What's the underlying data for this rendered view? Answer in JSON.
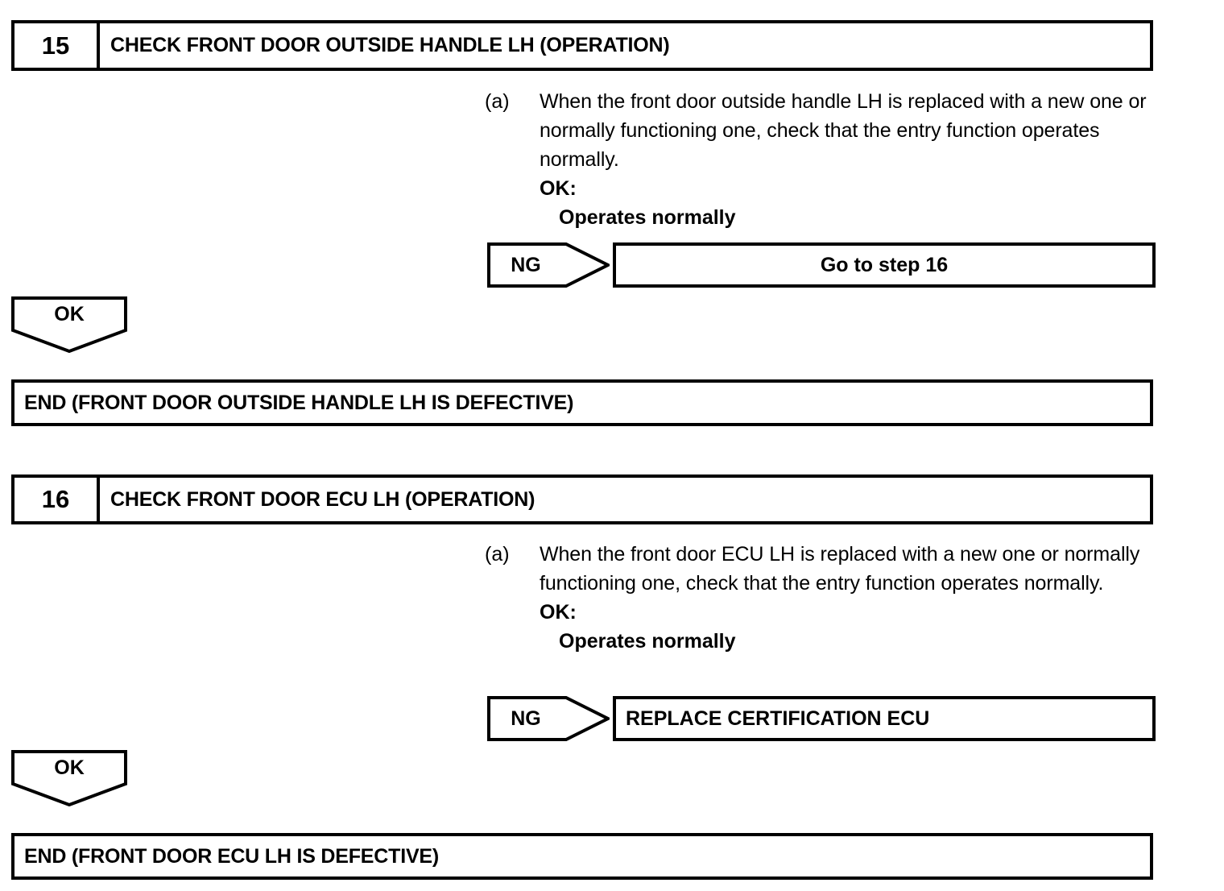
{
  "document": {
    "type": "diagnostic-flowchart",
    "steps": [
      {
        "number": "15",
        "title": "CHECK FRONT DOOR OUTSIDE HANDLE LH (OPERATION)",
        "procedure": {
          "marker": "(a)",
          "text": "When the front door outside handle LH is replaced with a new one or normally functioning one, check that the entry function operates normally.",
          "ok_label": "OK:",
          "ok_value": "Operates normally"
        },
        "ng_branch": {
          "arrow_label": "NG",
          "result": "Go to step 16",
          "align": "center"
        },
        "ok_branch": {
          "arrow_label": "OK",
          "end_text": "END (FRONT DOOR OUTSIDE HANDLE LH IS DEFECTIVE)"
        }
      },
      {
        "number": "16",
        "title": "CHECK FRONT DOOR ECU LH (OPERATION)",
        "procedure": {
          "marker": "(a)",
          "text": "When the front door ECU LH is replaced with a new one or normally functioning one, check that the entry function operates normally.",
          "ok_label": "OK:",
          "ok_value": "Operates normally"
        },
        "ng_branch": {
          "arrow_label": "NG",
          "result": "REPLACE CERTIFICATION ECU",
          "align": "left"
        },
        "ok_branch": {
          "arrow_label": "OK",
          "end_text": "END (FRONT DOOR ECU LH IS DEFECTIVE)"
        }
      }
    ]
  },
  "colors": {
    "ink": "#000000",
    "paper": "#ffffff"
  }
}
